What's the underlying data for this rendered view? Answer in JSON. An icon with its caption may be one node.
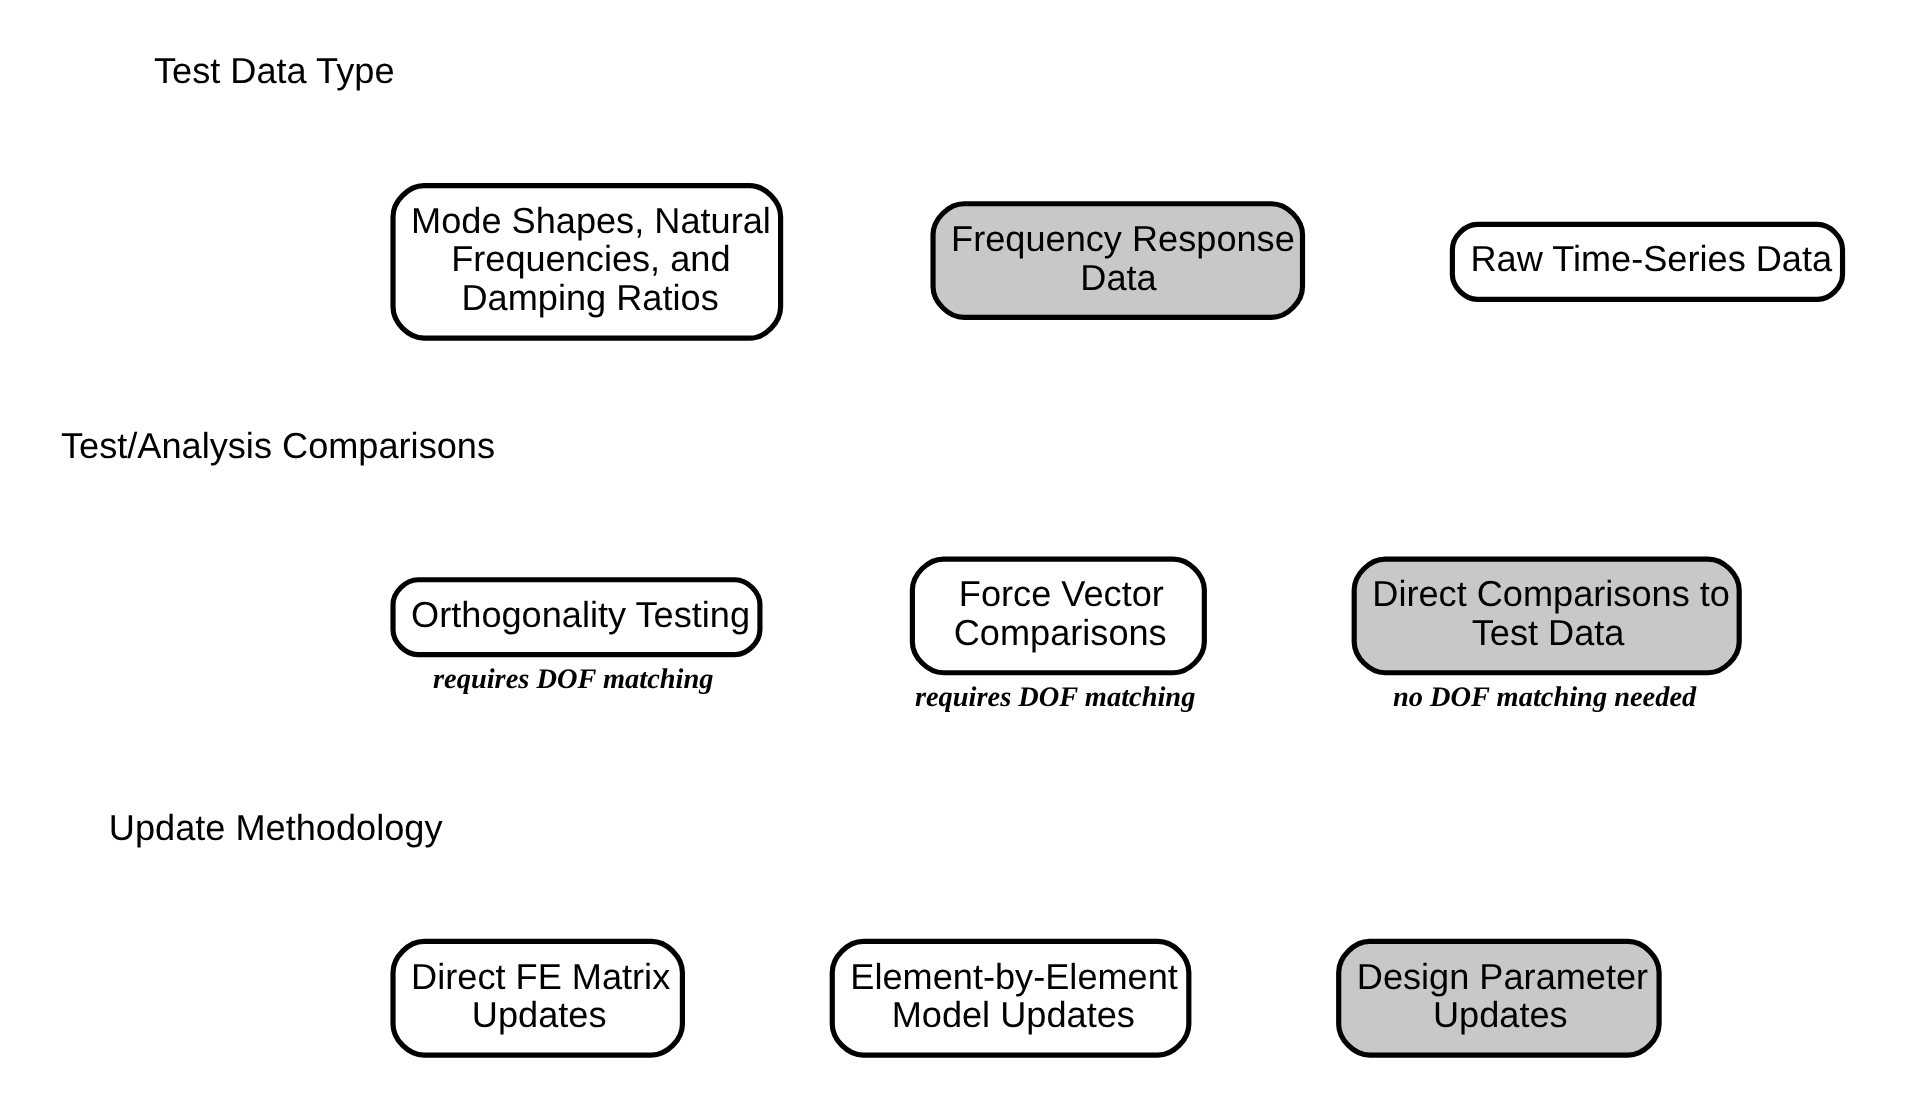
{
  "diagram": {
    "nodes": [
      {
        "text": [
          "Mode Shapes, Natural Frequencies, and Damping Ratios"
        ]
      },
      {
        "text": [
          "Frequency Response Data"
        ]
      },
      {
        "text": [
          "Raw Time-Series Data"
        ]
      },
      {
        "text": [
          "Orthogonality Testing"
        ],
        "beside": [
          "requires DOF matching"
        ]
      },
      {
        "text": [
          "Force Vector Comparisons"
        ],
        "beside": [
          "requires DOF matching"
        ]
      },
      {
        "text": [
          "Direct Comparisons to Test Data"
        ],
        "beside": [
          "no DOF matching needed"
        ]
      },
      {
        "text": [
          "Direct FE Matrix Updates"
        ]
      },
      {
        "text": [
          "Element-by-Element Model Updates"
        ]
      },
      {
        "text": [
          "Design Parameter Updates"
        ]
      }
    ],
    "labels": [
      "Test Data Type",
      "Test/Analysis Comparisons",
      "Update Methodology"
    ]
  }
}
